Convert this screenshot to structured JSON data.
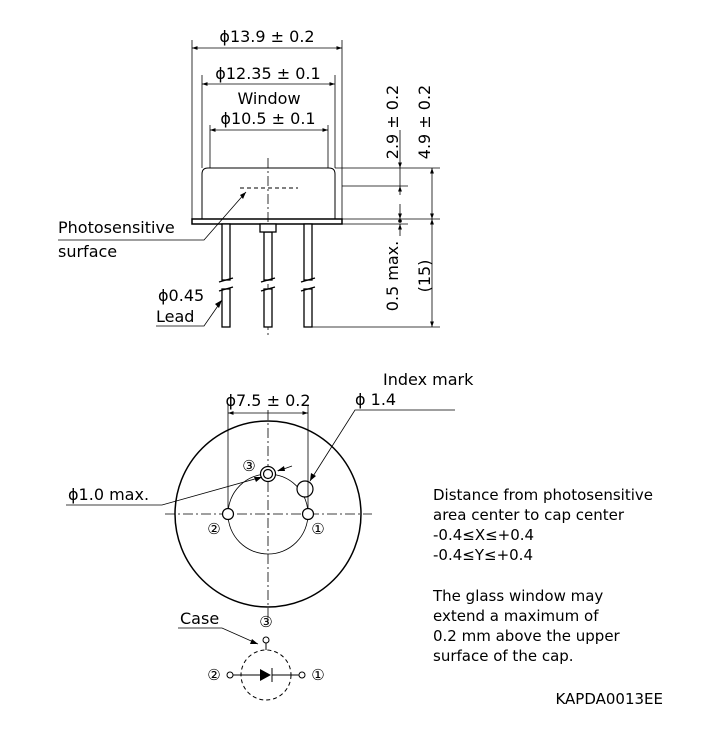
{
  "side_view": {
    "dim_outer": "ϕ13.9 ± 0.2",
    "dim_cap": "ϕ12.35 ± 0.1",
    "window_label": "Window",
    "dim_window": "ϕ10.5 ± 0.1",
    "photosensitive_line1": "Photosensitive",
    "photosensitive_line2": "surface",
    "lead_dim": "ϕ0.45",
    "lead_label": "Lead",
    "height_window": "2.9 ± 0.2",
    "height_total": "4.9 ± 0.2",
    "flange_max": "0.5 max.",
    "lead_length": "(15)"
  },
  "bottom_view": {
    "index_mark_label": "Index mark",
    "index_mark_dim": "ϕ 1.4",
    "pcd_dim": "ϕ7.5 ± 0.2",
    "hole_dim": "ϕ1.0 max.",
    "pin1": "①",
    "pin2": "②",
    "pin3": "③"
  },
  "schematic": {
    "case_label": "Case",
    "pin1": "①",
    "pin2": "②",
    "pin3": "③"
  },
  "notes": {
    "distance_lines": [
      "Distance from photosensitive",
      "area center to cap center",
      "-0.4≤X≤+0.4",
      "-0.4≤Y≤+0.4"
    ],
    "glass_lines": [
      "The glass window may",
      "extend a maximum of",
      "0.2 mm above the upper",
      "surface of the cap."
    ]
  },
  "drawing_code": "KAPDA0013EE"
}
